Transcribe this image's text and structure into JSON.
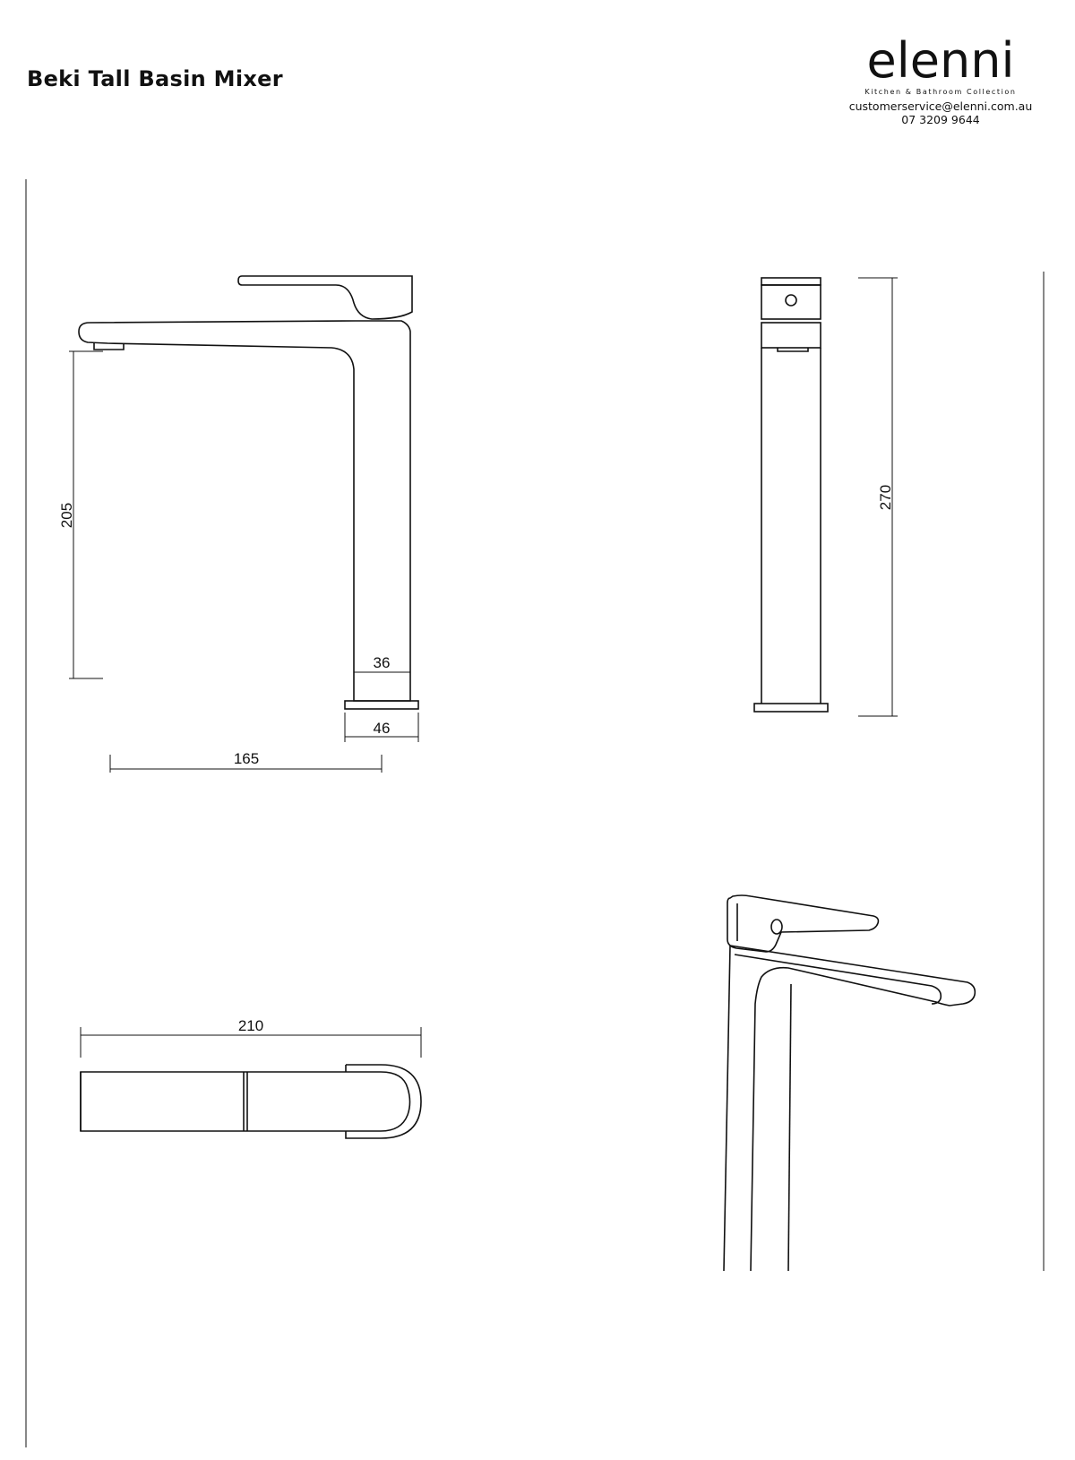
{
  "header": {
    "title": "Beki Tall Basin Mixer"
  },
  "brand": {
    "logo_text": "elenni",
    "tagline": "Kitchen &  Bathroom Collection",
    "email": "customerservice@elenni.com.au",
    "phone": "07 3209 9644"
  },
  "dimensions": {
    "side_spout_height": "205",
    "side_body_width": "36",
    "side_base_width": "46",
    "side_reach": "165",
    "front_height": "270",
    "top_length": "210"
  },
  "colors": {
    "line": "#111111",
    "background": "#ffffff"
  }
}
